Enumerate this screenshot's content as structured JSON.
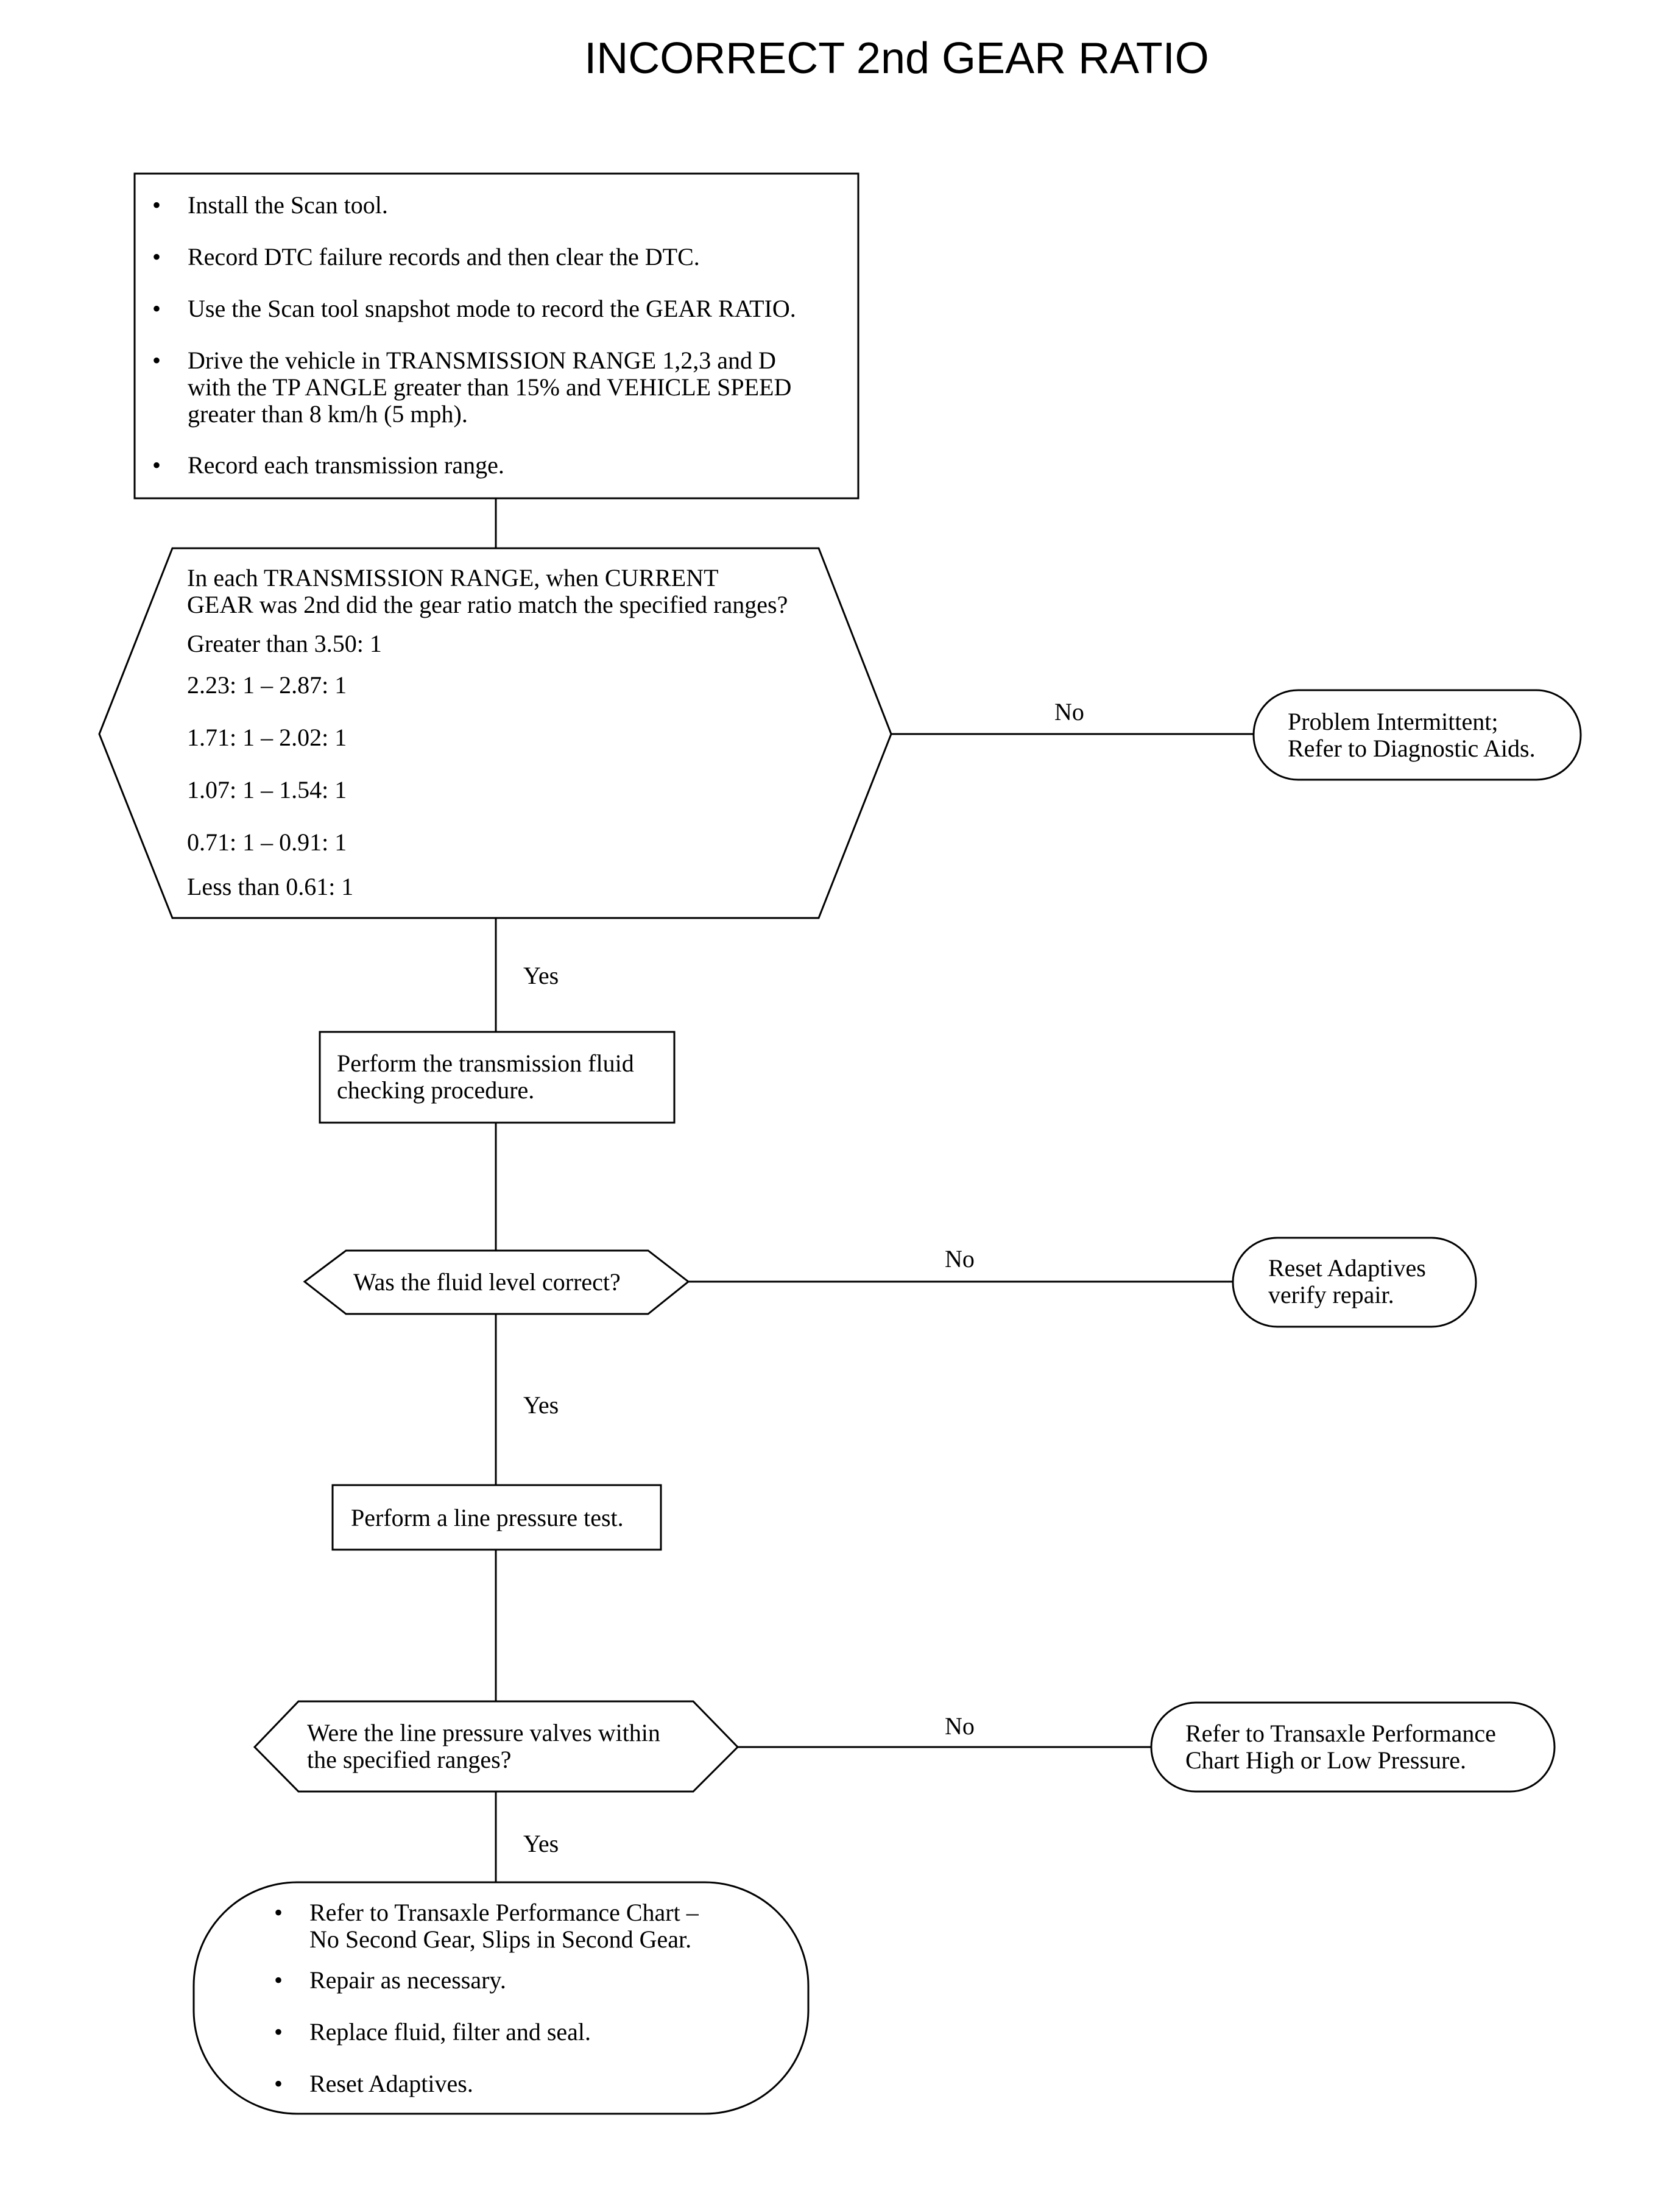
{
  "title": "INCORRECT 2nd GEAR RATIO",
  "start_box": {
    "bullets": [
      "Install the Scan tool.",
      "Record DTC failure records and then clear the DTC.",
      "Use the Scan tool snapshot mode to record the GEAR RATIO.",
      [
        "Drive the vehicle in TRANSMISSION RANGE 1,2,3 and D",
        "with the TP ANGLE greater than 15% and VEHICLE SPEED",
        "greater than 8 km/h (5 mph)."
      ],
      "Record each transmission range."
    ]
  },
  "decision1": {
    "question": [
      "In each TRANSMISSION RANGE, when CURRENT",
      "GEAR was 2nd did the gear ratio match the specified ranges?"
    ],
    "ranges": [
      "Greater than 3.50: 1",
      "2.23: 1 – 2.87: 1",
      "1.71: 1 – 2.02: 1",
      "1.07: 1 – 1.54: 1",
      "0.71: 1 – 0.91: 1",
      "Less than 0.61: 1"
    ]
  },
  "terminal1": [
    "Problem Intermittent;",
    "Refer to Diagnostic Aids."
  ],
  "process1": [
    "Perform the transmission fluid",
    "checking procedure."
  ],
  "decision2": "Was the fluid level correct?",
  "terminal2": [
    "Reset Adaptives",
    "verify repair."
  ],
  "process2": "Perform a line pressure test.",
  "decision3": [
    "Were the line pressure valves within",
    "the specified ranges?"
  ],
  "terminal3": [
    "Refer to Transaxle Performance",
    "Chart High or Low Pressure."
  ],
  "end_box": {
    "bullets": [
      [
        "Refer to Transaxle Performance Chart –",
        "No Second Gear, Slips in Second Gear."
      ],
      "Repair as necessary.",
      "Replace fluid, filter and seal.",
      "Reset Adaptives."
    ]
  },
  "labels": {
    "yes": "Yes",
    "no": "No"
  }
}
